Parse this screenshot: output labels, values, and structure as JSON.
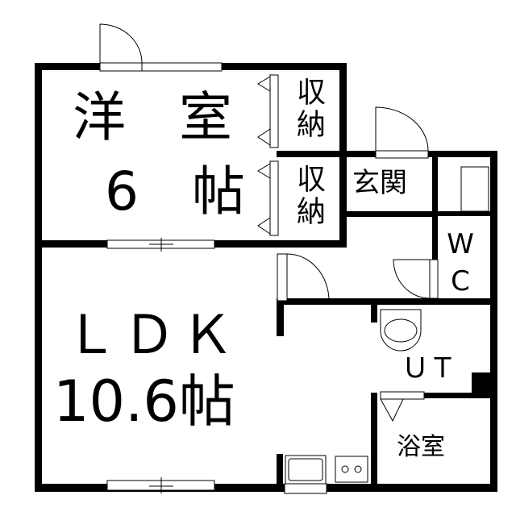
{
  "floorplan": {
    "rooms": {
      "western_room": {
        "name": "洋　室",
        "size": "6　帖"
      },
      "closet_upper": "収納",
      "closet_lower": "収納",
      "entrance": "玄関",
      "toilet": "WC",
      "ldk": {
        "name": "ＬＤＫ",
        "size": "10.6帖"
      },
      "utility": "ＵＴ",
      "bathroom": "浴室"
    },
    "colors": {
      "wall": "#000000",
      "background": "#ffffff"
    }
  }
}
